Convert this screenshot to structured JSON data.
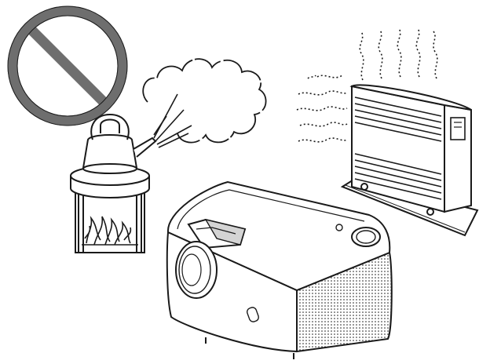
{
  "illustration": {
    "prohibition_color": "#6e6e6e",
    "line_color": "#1a1a1a",
    "fill_color": "#ffffff",
    "shade_color": "#d4d4d4",
    "icons": [
      "prohibition-icon",
      "kettle-on-stove",
      "steam-cloud",
      "heater",
      "heat-waves",
      "projector"
    ]
  }
}
